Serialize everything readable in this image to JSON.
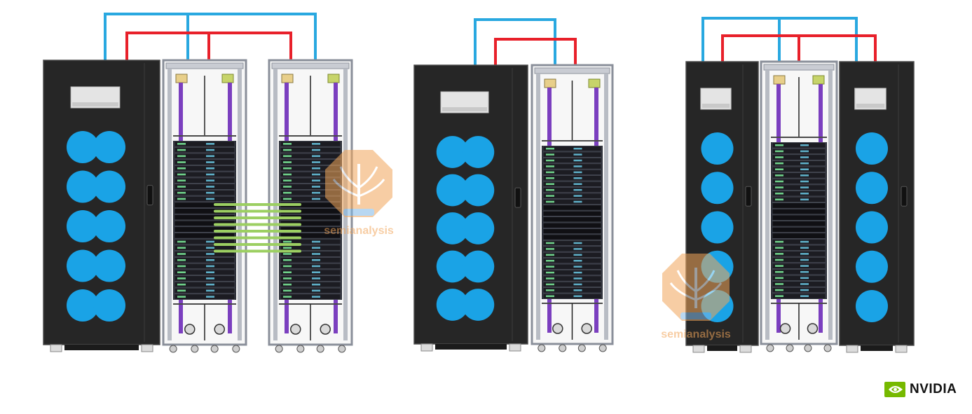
{
  "colors": {
    "background": "#ffffff",
    "cool_loop": "#29a8e0",
    "hot_loop": "#e8202a",
    "cdu_body": "#262626",
    "cdu_edge": "#4a4a4a",
    "fan": "#1aa3e6",
    "rack_frame": "#8a8f9a",
    "rack_interior": "#f7f7f7",
    "pdu": "#7b3fbf",
    "tray": "#1c1c22",
    "switch_tray": "#101014",
    "nvlink_cable": "#9ccf62",
    "watermark": "#f2a65a",
    "brand_green": "#76b900"
  },
  "watermark": {
    "text": "semianalysis"
  },
  "brand": {
    "name": "NVIDIA",
    "icon": "nvidia-eye-icon"
  },
  "groups": [
    {
      "id": "group-1",
      "cdus": [
        {
          "fan_columns": 2,
          "fans_per_column": 5
        }
      ],
      "racks": [
        {
          "count": 2
        }
      ],
      "nvlink_bridge_cables": 8
    },
    {
      "id": "group-2",
      "cdus": [
        {
          "fan_columns": 2,
          "fans_per_column": 5
        }
      ],
      "racks": [
        {
          "count": 1
        }
      ],
      "nvlink_bridge_cables": 0
    },
    {
      "id": "group-3",
      "cdus": [
        {
          "fan_columns": 1,
          "fans_per_column": 5
        },
        {
          "fan_columns": 1,
          "fans_per_column": 5
        }
      ],
      "racks": [
        {
          "count": 1
        }
      ],
      "nvlink_bridge_cables": 0
    }
  ]
}
